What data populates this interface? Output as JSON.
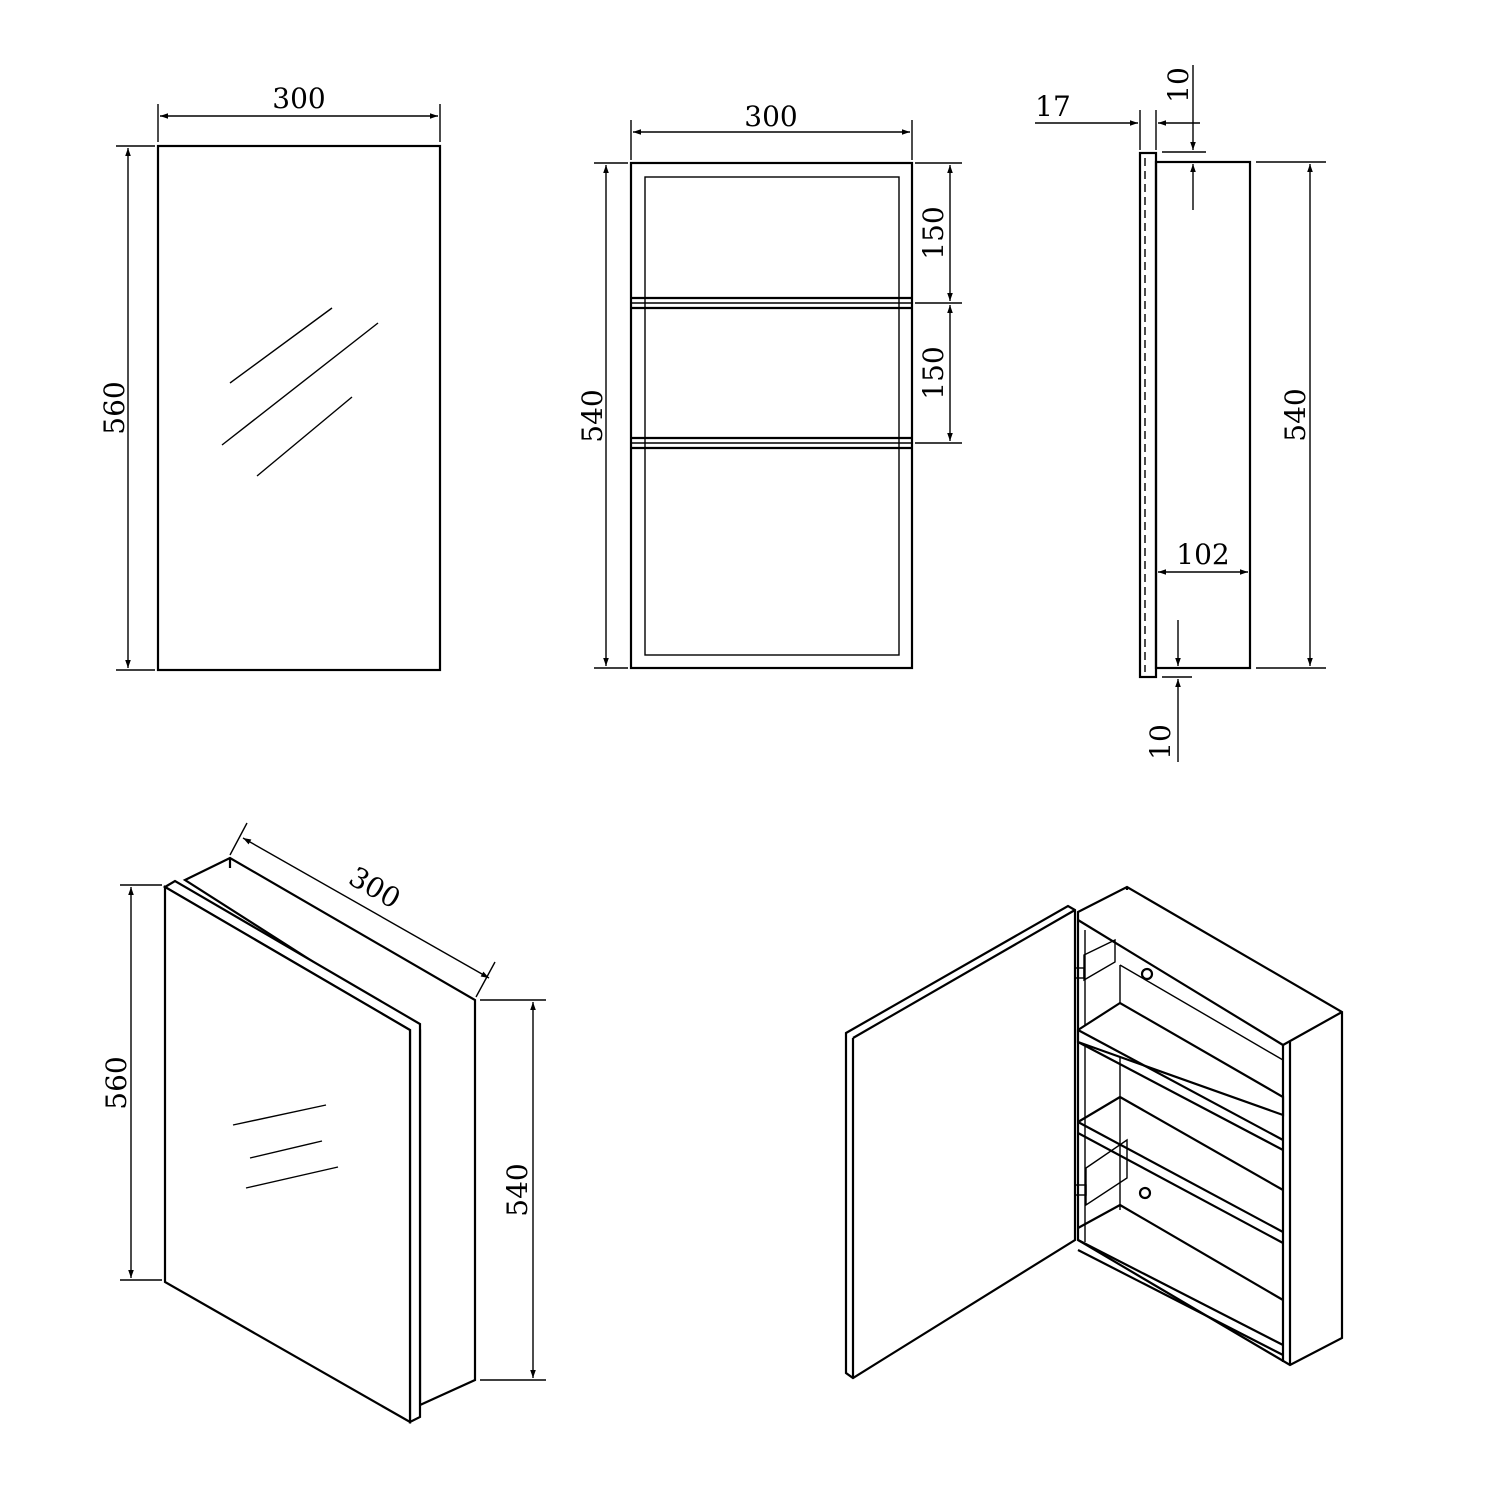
{
  "front_view": {
    "width_label": "300",
    "height_label": "560"
  },
  "interior_view": {
    "width_label": "300",
    "height_label": "540",
    "shelf_gap_top_label": "150",
    "shelf_gap_middle_label": "150"
  },
  "side_view": {
    "door_thickness_label": "17",
    "top_offset_label": "10",
    "height_label": "540",
    "depth_label": "102",
    "bottom_offset_label": "10"
  },
  "iso_closed_view": {
    "width_label": "300",
    "door_height_label": "560",
    "body_height_label": "540"
  },
  "iso_open_view": {}
}
